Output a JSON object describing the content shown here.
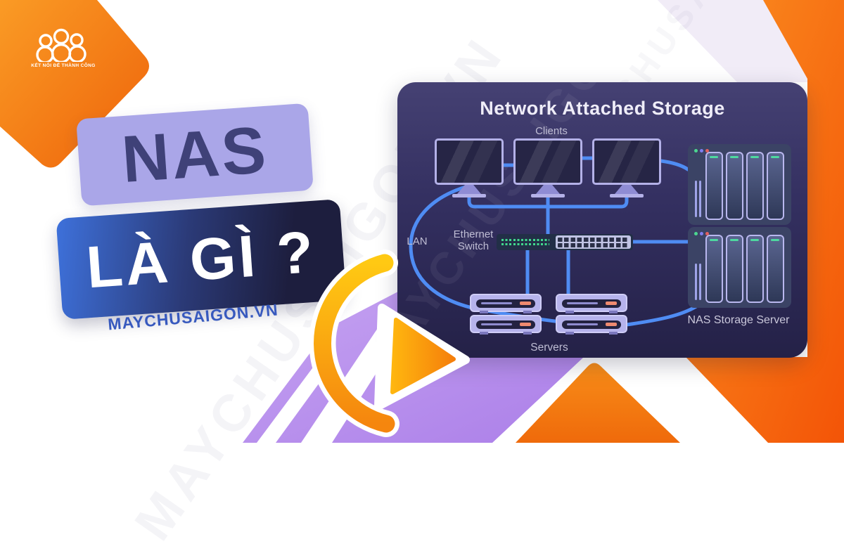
{
  "logo": {
    "icon": "three-people-888-logo",
    "tagline": "KẾT NỐI ĐỂ THÀNH CÔNG"
  },
  "hero": {
    "line1": "NAS",
    "line2": "LÀ GÌ ?",
    "website": "MAYCHUSAIGON.VN"
  },
  "watermark": {
    "text": "MAYCHUSAIGON.VN"
  },
  "diagram": {
    "title": "Network Attached Storage",
    "labels": {
      "clients": "Clients",
      "switch_line1": "Ethernet",
      "switch_line2": "Switch",
      "lan": "LAN",
      "servers": "Servers",
      "nas": "NAS Storage Server"
    },
    "structure": {
      "client_monitors": 3,
      "servers": 4,
      "nas_units": 2,
      "drive_bays_per_unit": 4,
      "switch_port_rows": 2,
      "connections": [
        "clients - ethernet switch",
        "ethernet switch - servers",
        "ethernet switch - nas storage server",
        "client - nas storage server",
        "lan loop linking clients, servers and nas"
      ]
    }
  },
  "colors": {
    "accent_orange": "#f97c16",
    "deep_orange": "#ef5e0a",
    "arrow_yellow": "#ffc60d",
    "purple_band": "#b58df0",
    "nas_banner_bg": "#aaa6e8",
    "nas_banner_text": "#3f4178",
    "lagi_gradient_start": "#3e71db",
    "lagi_gradient_end": "#1d1e3e",
    "website_blue": "#3759be",
    "panel_top": "#454173",
    "panel_bottom": "#242147",
    "line_blue": "#4f8cf3",
    "device_lavender": "#b4b1e8",
    "led_green": "#41d98e",
    "bar_salmon": "#ef8a70",
    "label_gray": "#bfbdd4"
  }
}
